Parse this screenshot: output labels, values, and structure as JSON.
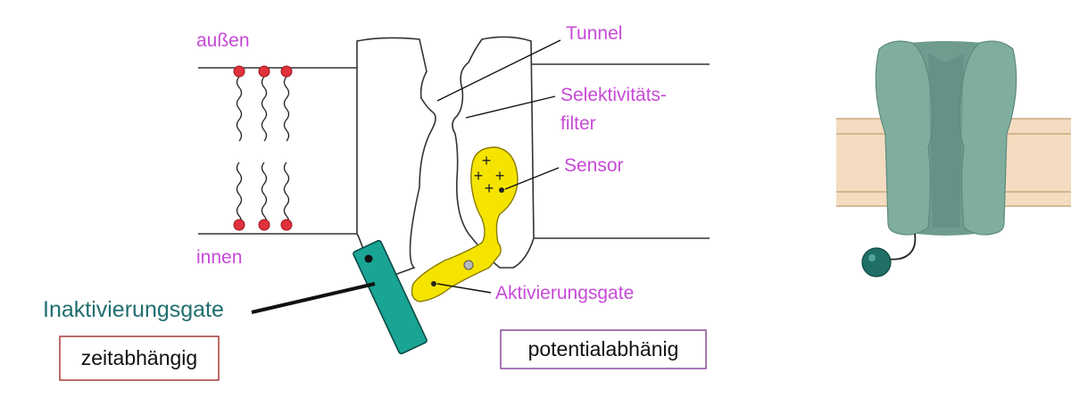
{
  "diagram": {
    "labels": {
      "outside": "außen",
      "inside": "innen",
      "tunnel": "Tunnel",
      "selectivity_line1": "Selektivitäts-",
      "selectivity_line2": "filter",
      "sensor": "Sensor",
      "activation_gate": "Aktivierungsgate",
      "inactivation_gate": "Inaktivierungsgate",
      "time_dependent": "zeitabhängig",
      "potential_dependent": "potentialabhänig",
      "charge_symbol": "+"
    },
    "colors": {
      "label_magenta": "#c64ad6",
      "label_teal": "#1f6f6e",
      "sensor_yellow": "#f5e400",
      "gate_teal": "#1aa493",
      "lipid_head_red": "#e0323c",
      "box_red_border": "#a83a3a",
      "box_purple_border": "#8a4a9a",
      "schematic_channel": "#7aa79a",
      "schematic_membrane": "#f4dcc0"
    }
  }
}
